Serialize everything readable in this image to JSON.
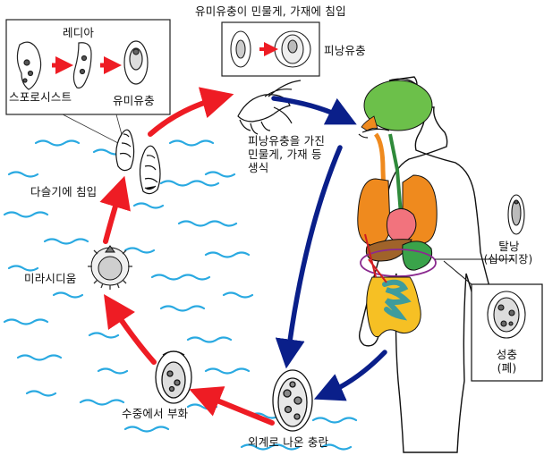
{
  "labels": {
    "redia": "레디아",
    "sporocyst": "스포로시스트",
    "cercaria": "유미유충",
    "crab_invasion": "유미유충이 민물게, 가재에 침입",
    "metacercaria": "피낭유충",
    "crab_host_line1": "피낭유충을 가진",
    "crab_host_line2": "민물게, 가재 등",
    "crab_host_line3": "생식",
    "snail_invasion": "다슬기에 침입",
    "miracidium": "미라시디움",
    "hatch": "수중에서 부화",
    "egg": "외계로 나온 충란",
    "excyst_line1": "탈낭",
    "excyst_line2": "(십이지장)",
    "adult_line1": "성충",
    "adult_line2": "(폐)"
  },
  "colors": {
    "red_arrow": "#ee1c24",
    "blue_arrow": "#0a1f8a",
    "water": "#29a9e1",
    "brain": "#6cc04a",
    "lungs": "#ef8a1e",
    "heart": "#f2737d",
    "liver": "#a0632a",
    "stomach": "#3aa34a",
    "intestine_small": "#3e9c9c",
    "intestine_large": "#f6c024",
    "trachea": "#2f8a3a"
  }
}
